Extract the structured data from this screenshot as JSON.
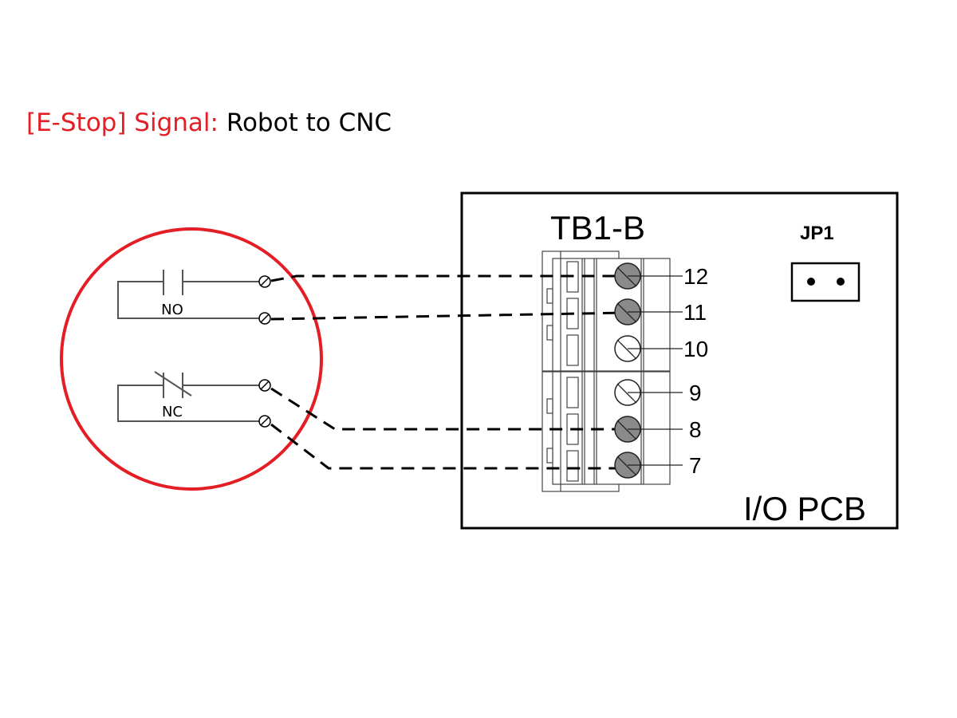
{
  "title": {
    "red_part": "[E-Stop] Signal:",
    "black_part": " Robot to CNC"
  },
  "colors": {
    "accent": "#e31e25",
    "screw_wired": "#8a8a8a",
    "screw_unused": "#ffffff"
  },
  "robot_contacts": {
    "no_label": "NO",
    "nc_label": "NC"
  },
  "pcb": {
    "block_label": "TB1-B",
    "jumper_label": "JP1",
    "board_label": "I/O PCB",
    "terminals": [
      {
        "number": "12",
        "wired": true
      },
      {
        "number": "11",
        "wired": true
      },
      {
        "number": "10",
        "wired": false
      },
      {
        "number": "9",
        "wired": false
      },
      {
        "number": "8",
        "wired": true
      },
      {
        "number": "7",
        "wired": true
      }
    ]
  }
}
